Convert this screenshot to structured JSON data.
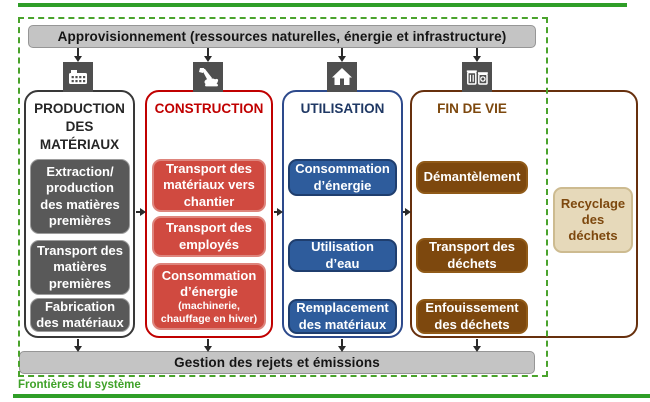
{
  "header": {
    "supply_label": "Approvisionnement (ressources naturelles, énergie et infrastructure)"
  },
  "footer": {
    "emissions_label": "Gestion des rejets et émissions",
    "boundary_label": "Frontières du système"
  },
  "stages": [
    {
      "title": "PRODUCTION DES MATÉRIAUX",
      "icon": "factory-icon",
      "accent": "#383838",
      "items": [
        {
          "label": "Extraction/ production des matières premières"
        },
        {
          "label": "Transport des matières premières"
        },
        {
          "label": "Fabrication des matériaux"
        }
      ]
    },
    {
      "title": "CONSTRUCTION",
      "icon": "excavator-icon",
      "accent": "#c00000",
      "items": [
        {
          "label": "Transport des matériaux vers chantier"
        },
        {
          "label": "Transport des employés"
        },
        {
          "label": "Consommation d’énergie",
          "note": "(machinerie, chauffage en hiver)"
        }
      ]
    },
    {
      "title": "UTILISATION",
      "icon": "house-icon",
      "accent": "#1f3864",
      "items": [
        {
          "label": "Consommation d’énergie"
        },
        {
          "label": "Utilisation d’eau"
        },
        {
          "label": "Remplacement des matériaux"
        }
      ]
    },
    {
      "title": "FIN DE VIE",
      "icon": "trash-bins-icon",
      "accent": "#67300d",
      "items": [
        {
          "label": "Démantèlement"
        },
        {
          "label": "Transport des déchets"
        },
        {
          "label": "Enfouissement des déchets"
        }
      ]
    }
  ],
  "recycle": {
    "label": "Recyclage des déchets"
  },
  "colors": {
    "boundary_green": "#3fa229",
    "bar_gray": "#c4c4c4",
    "gray_box": "#595959",
    "red_box": "#d04a40",
    "red_accent": "#c00000",
    "blue_box": "#2e5c9c",
    "blue_accent": "#1f3864",
    "brown_box": "#7d480e",
    "brown_accent": "#67300d",
    "beige_box": "#e6d9ba",
    "icon_tile_gray": "#4f4f4f"
  }
}
